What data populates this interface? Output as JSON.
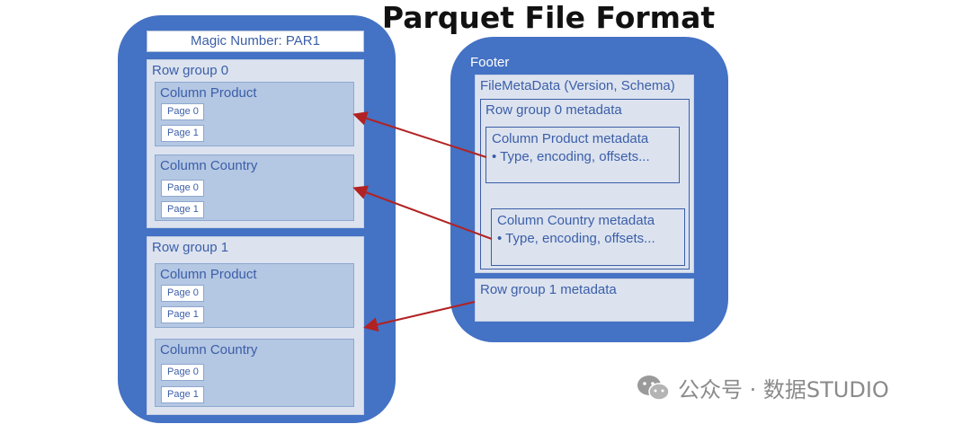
{
  "title": "Parquet File Format",
  "left_file": {
    "magic": "Magic Number: PAR1",
    "row_groups": [
      {
        "label": "Row group 0",
        "columns": [
          {
            "label": "Column Product",
            "pages": [
              "Page 0",
              "Page 1"
            ]
          },
          {
            "label": "Column Country",
            "pages": [
              "Page 0",
              "Page 1"
            ]
          }
        ]
      },
      {
        "label": "Row group 1",
        "columns": [
          {
            "label": "Column Product",
            "pages": [
              "Page 0",
              "Page 1"
            ]
          },
          {
            "label": "Column Country",
            "pages": [
              "Page 0",
              "Page 1"
            ]
          }
        ]
      }
    ]
  },
  "footer": {
    "label": "Footer",
    "file_meta": "FileMetaData (Version, Schema)",
    "rg0_meta": "Row group 0 metadata",
    "col_product_meta": "Column Product metadata",
    "col_product_bullet": "•   Type, encoding, offsets...",
    "col_country_meta": "Column Country metadata",
    "col_country_bullet": "•   Type, encoding, offsets...",
    "rg1_meta": "Row group 1 metadata"
  },
  "colors": {
    "file_blue": "#4472c4",
    "box_light": "#dce3ef",
    "column_box": "#b4c7e3",
    "text_blue": "#3b5ea8",
    "arrow_red": "#b22222"
  },
  "watermark": {
    "icon": "wechat-icon",
    "text": "公众号 · 数据STUDIO"
  }
}
